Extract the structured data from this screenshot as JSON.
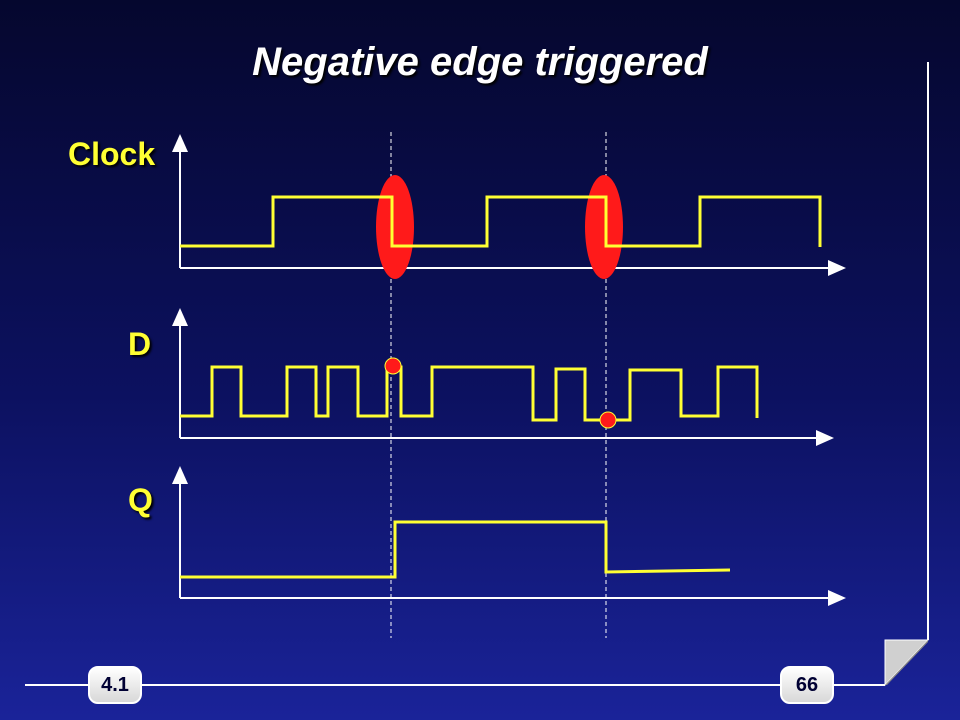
{
  "slide": {
    "title": "Negative edge triggered",
    "section_number": "4.1",
    "page_number": "66"
  },
  "signals": {
    "clock_label": "Clock",
    "d_label": "D",
    "q_label": "Q"
  },
  "colors": {
    "waveform": "#ffff33",
    "highlight": "#ff1a1a",
    "axis": "#ffffff"
  }
}
